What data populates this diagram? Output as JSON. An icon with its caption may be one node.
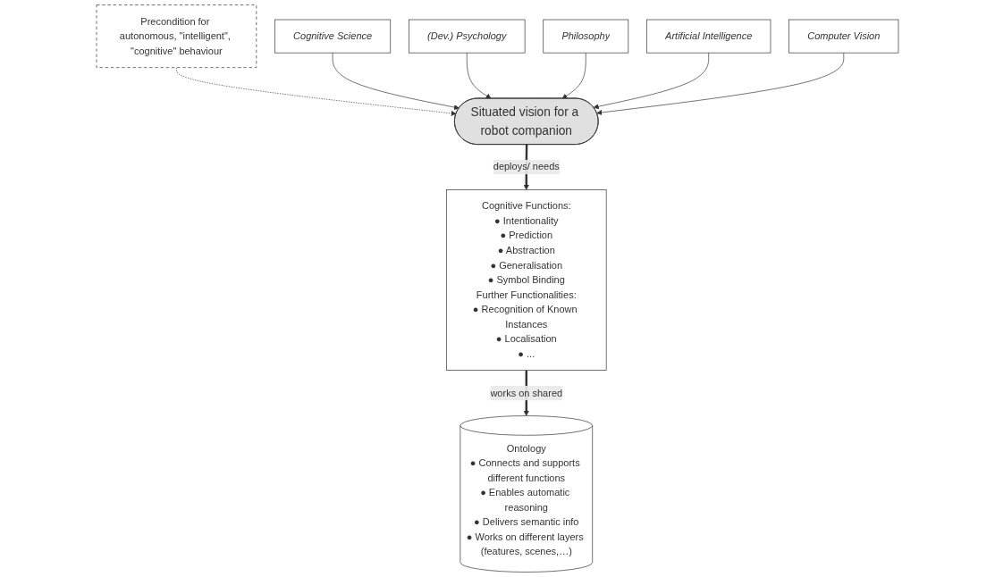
{
  "diagram": {
    "nodes": [
      {
        "text": [
          "Precondition for autonomous, \"intelligent\", \"cognitive\" behaviour"
        ]
      },
      {
        "text": [
          "Cognitive Science"
        ]
      },
      {
        "text": [
          "(Dev.) Psychology"
        ]
      },
      {
        "text": [
          "Philosophy"
        ]
      },
      {
        "text": [
          "Artificial Intelligence"
        ]
      },
      {
        "text": [
          "Computer Vision"
        ]
      },
      {
        "text": [
          "Situated vision for a robot companion"
        ]
      },
      {
        "text": [
          "Cognitive Functions:",
          "● Intentionality",
          "● Prediction",
          "● Abstraction",
          "● Generalisation",
          "● Symbol Binding",
          "Further Functionalities:",
          "● Recognition of Known Instances",
          "● Localisation",
          "● ..."
        ]
      },
      {
        "text": [
          "Ontology",
          "● Connects and supports different functions",
          "● Enables automatic reasoning",
          "● Delivers semantic info",
          "● Works on different layers (features, scenes,…)"
        ]
      }
    ],
    "edges": [
      {
        "from": 0,
        "to": 6,
        "arrow": "to",
        "style": "dashed"
      },
      {
        "from": 1,
        "to": 6,
        "arrow": "to"
      },
      {
        "from": 2,
        "to": 6,
        "arrow": "to"
      },
      {
        "from": 3,
        "to": 6,
        "arrow": "to"
      },
      {
        "from": 4,
        "to": 6,
        "arrow": "to"
      },
      {
        "from": 5,
        "to": 6,
        "arrow": "to"
      },
      {
        "from": 6,
        "to": 7,
        "arrow": "to",
        "label": "deploys/ needs",
        "style": "thick"
      },
      {
        "from": 7,
        "to": 8,
        "arrow": "to",
        "label": "works on shared",
        "style": "thick"
      }
    ]
  }
}
